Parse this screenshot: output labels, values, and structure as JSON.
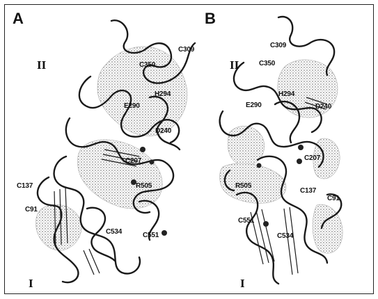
{
  "panels": [
    {
      "letter": "A",
      "domain_top": "II",
      "domain_bottom": "I",
      "residues": [
        "C309",
        "C350",
        "H294",
        "E290",
        "D240",
        "C207",
        "R505",
        "C137",
        "C91",
        "C534",
        "C551"
      ]
    },
    {
      "letter": "B",
      "domain_top": "II",
      "domain_bottom": "I",
      "residues": [
        "C309",
        "C350",
        "H294",
        "E290",
        "D240",
        "C207",
        "R505",
        "C137",
        "C91",
        "C551",
        "C534"
      ]
    }
  ],
  "colors": {
    "ribbon": "#1a1a1a",
    "surface": "#9a9a9a",
    "background": "#ffffff"
  }
}
